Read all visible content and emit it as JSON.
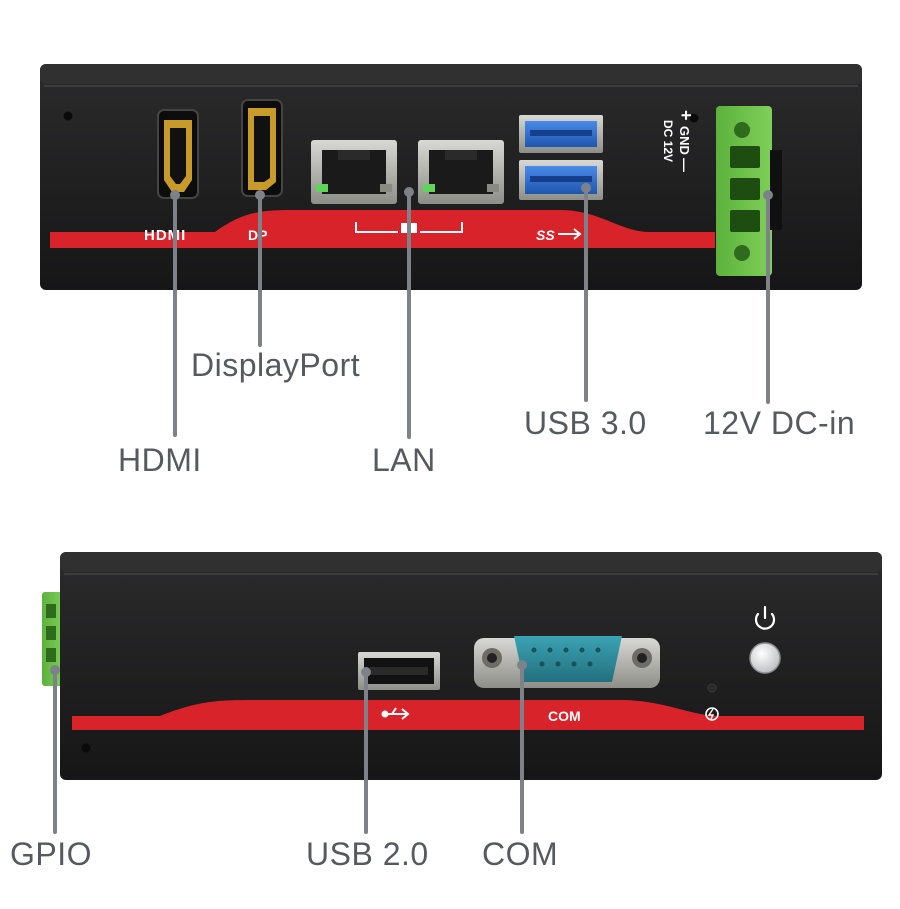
{
  "front_panel": {
    "silkscreen": {
      "hdmi": "HDMI",
      "dp": "DP",
      "dc_plus": "+",
      "dc_gnd": "GND",
      "dc_minus": "—",
      "dc_rating": "DC 12V"
    },
    "callouts": {
      "hdmi": "HDMI",
      "displayport": "DisplayPort",
      "lan": "LAN",
      "usb3": "USB 3.0",
      "dc_in": "12V DC-in"
    }
  },
  "rear_panel": {
    "silkscreen": {
      "com": "COM"
    },
    "callouts": {
      "gpio": "GPIO",
      "usb2": "USB 2.0",
      "com": "COM"
    }
  },
  "colors": {
    "chassis": "#1b1b1c",
    "chassis_top": "#2a2a2b",
    "red_stripe": "#d8232a",
    "terminal_green": "#6cc04a",
    "usb3_blue": "#2f6fd0",
    "serial_teal": "#2f8fa0",
    "leader_gray": "#7d8288"
  },
  "icons": [
    "lan-icon",
    "usb3-icon",
    "usb-icon",
    "power-icon",
    "power-led-icon"
  ]
}
